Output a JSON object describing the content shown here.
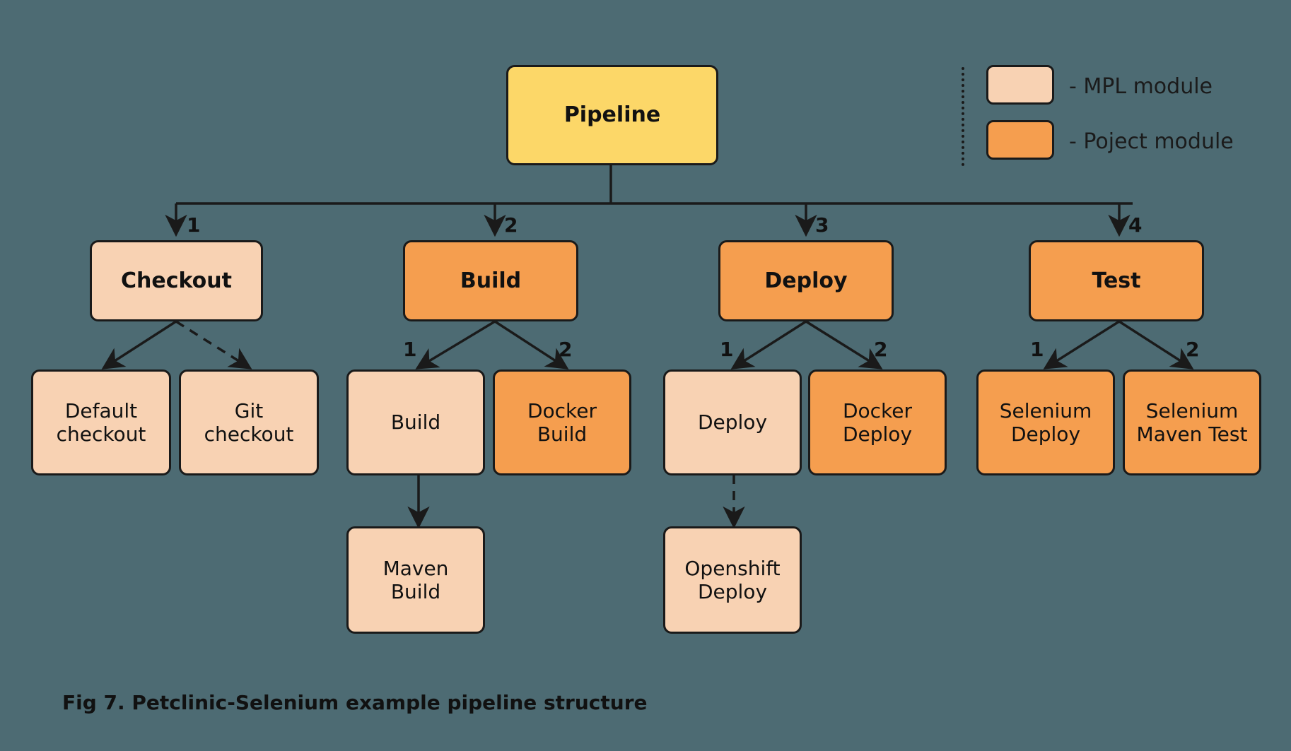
{
  "figure": {
    "caption": "Fig 7. Petclinic-Selenium example pipeline structure",
    "background_color": "#4d6b73",
    "colors": {
      "root": "#fcd768",
      "mpl_module": "#f8d2b3",
      "project_module": "#f59e4f",
      "stroke": "#1a1a1a",
      "text": "#111111"
    }
  },
  "legend": {
    "items": [
      {
        "label": "- MPL module",
        "swatch_color": "#f8d2b3",
        "swatch_name": "mpl-module-swatch"
      },
      {
        "label": "- Poject module",
        "swatch_color": "#f59e4f",
        "swatch_name": "project-module-swatch"
      }
    ]
  },
  "root": {
    "label": "Pipeline",
    "kind": "root"
  },
  "stages": [
    {
      "index": "1",
      "label": "Checkout",
      "kind": "mpl_module"
    },
    {
      "index": "2",
      "label": "Build",
      "kind": "project_module"
    },
    {
      "index": "3",
      "label": "Deploy",
      "kind": "project_module"
    },
    {
      "index": "4",
      "label": "Test",
      "kind": "project_module"
    }
  ],
  "leaves": {
    "checkout": [
      {
        "index": "",
        "label": "Default\ncheckout",
        "kind": "mpl_module",
        "arrow": "solid"
      },
      {
        "index": "",
        "label": "Git\ncheckout",
        "kind": "mpl_module",
        "arrow": "dashed"
      }
    ],
    "build": [
      {
        "index": "1",
        "label": "Build",
        "kind": "mpl_module",
        "arrow": "solid"
      },
      {
        "index": "2",
        "label": "Docker\nBuild",
        "kind": "project_module",
        "arrow": "solid"
      }
    ],
    "deploy": [
      {
        "index": "1",
        "label": "Deploy",
        "kind": "mpl_module",
        "arrow": "solid"
      },
      {
        "index": "2",
        "label": "Docker\nDeploy",
        "kind": "project_module",
        "arrow": "solid"
      }
    ],
    "test": [
      {
        "index": "1",
        "label": "Selenium\nDeploy",
        "kind": "project_module",
        "arrow": "solid"
      },
      {
        "index": "2",
        "label": "Selenium\nMaven Test",
        "kind": "project_module",
        "arrow": "solid"
      }
    ]
  },
  "sub_leaves": [
    {
      "label": "Maven\nBuild",
      "kind": "mpl_module",
      "arrow": "solid",
      "parent": "Build"
    },
    {
      "label": "Openshift\nDeploy",
      "kind": "mpl_module",
      "arrow": "dashed",
      "parent": "Deploy"
    }
  ]
}
